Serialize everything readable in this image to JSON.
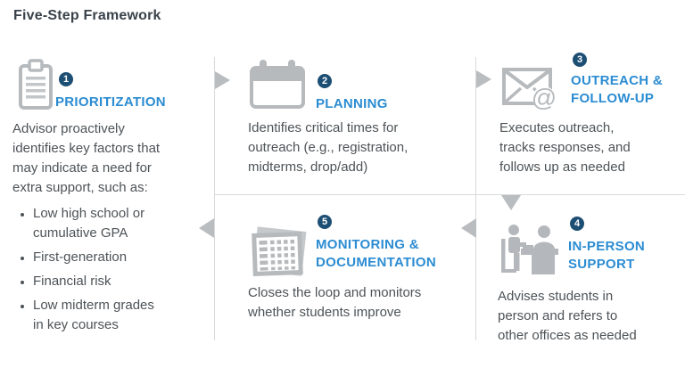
{
  "title": "Five-Step Framework",
  "colors": {
    "accent_blue": "#2b8cd2",
    "badge_navy": "#1d4e74",
    "icon_gray": "#b6babd",
    "divider_gray": "#d9dadb",
    "body_text": "#4e5357",
    "title_text": "#39424a"
  },
  "steps": [
    {
      "number": "1",
      "label": "PRIORITIZATION",
      "icon": "clipboard-icon",
      "description": "Advisor proactively\nidentifies key factors that\nmay indicate a need for\nextra support, such as:",
      "bullets": [
        "Low high school or\ncumulative GPA",
        "First-generation",
        "Financial risk",
        "Low midterm grades\nin key courses"
      ]
    },
    {
      "number": "2",
      "label": "PLANNING",
      "icon": "calendar-icon",
      "description": "Identifies critical times for\noutreach (e.g., registration,\nmidterms, drop/add)"
    },
    {
      "number": "3",
      "label": "OUTREACH &\nFOLLOW-UP",
      "icon": "envelope-at-icon",
      "description": "Executes outreach,\ntracks responses, and\nfollows up as needed"
    },
    {
      "number": "4",
      "label": "IN-PERSON\nSUPPORT",
      "icon": "advisor-student-desk-icon",
      "description": "Advises students in\nperson and refers to\nother offices as needed"
    },
    {
      "number": "5",
      "label": "MONITORING &\nDOCUMENTATION",
      "icon": "spreadsheet-grid-icon",
      "description": "Closes the loop and monitors\nwhether students improve"
    }
  ]
}
